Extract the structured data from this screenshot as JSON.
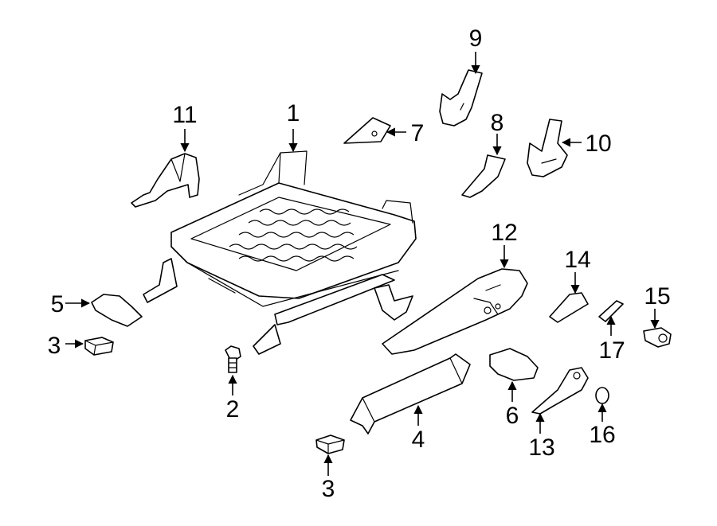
{
  "callouts": [
    {
      "id": "1",
      "text": "1"
    },
    {
      "id": "2",
      "text": "2"
    },
    {
      "id": "3a",
      "text": "3"
    },
    {
      "id": "3b",
      "text": "3"
    },
    {
      "id": "4",
      "text": "4"
    },
    {
      "id": "5",
      "text": "5"
    },
    {
      "id": "6",
      "text": "6"
    },
    {
      "id": "7",
      "text": "7"
    },
    {
      "id": "8",
      "text": "8"
    },
    {
      "id": "9",
      "text": "9"
    },
    {
      "id": "10",
      "text": "10"
    },
    {
      "id": "11",
      "text": "11"
    },
    {
      "id": "12",
      "text": "12"
    },
    {
      "id": "13",
      "text": "13"
    },
    {
      "id": "14",
      "text": "14"
    },
    {
      "id": "15",
      "text": "15"
    },
    {
      "id": "16",
      "text": "16"
    },
    {
      "id": "17",
      "text": "17"
    }
  ],
  "colors": {
    "line": "#000000",
    "background": "#ffffff"
  }
}
